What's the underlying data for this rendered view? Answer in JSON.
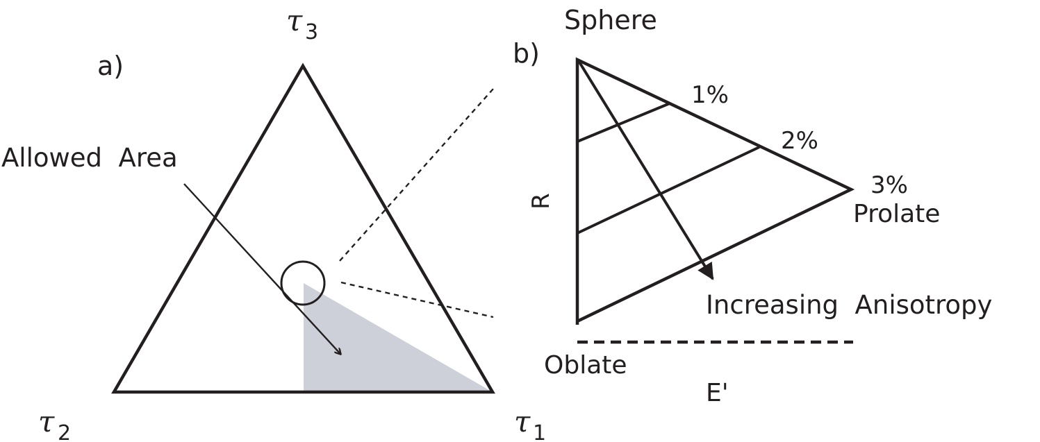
{
  "panel_a": {
    "label": "a)",
    "vertices": {
      "top": {
        "symbol": "τ",
        "subscript": "3"
      },
      "left": {
        "symbol": "τ",
        "subscript": "2"
      },
      "right": {
        "symbol": "τ",
        "subscript": "1"
      }
    },
    "allowed_area_label": "Allowed  Area",
    "shaded_color": "#cdd0d8"
  },
  "panel_b": {
    "label": "b)",
    "apex_label": "Sphere",
    "percent_labels": [
      "1%",
      "2%",
      "3%"
    ],
    "prolate_label": "Prolate",
    "oblate_label": "Oblate",
    "r_axis_label": "R",
    "e_axis_label": "E'",
    "arrow_label": "Increasing  Anisotropy"
  },
  "colors": {
    "ink": "#231f20",
    "background": "#ffffff"
  }
}
